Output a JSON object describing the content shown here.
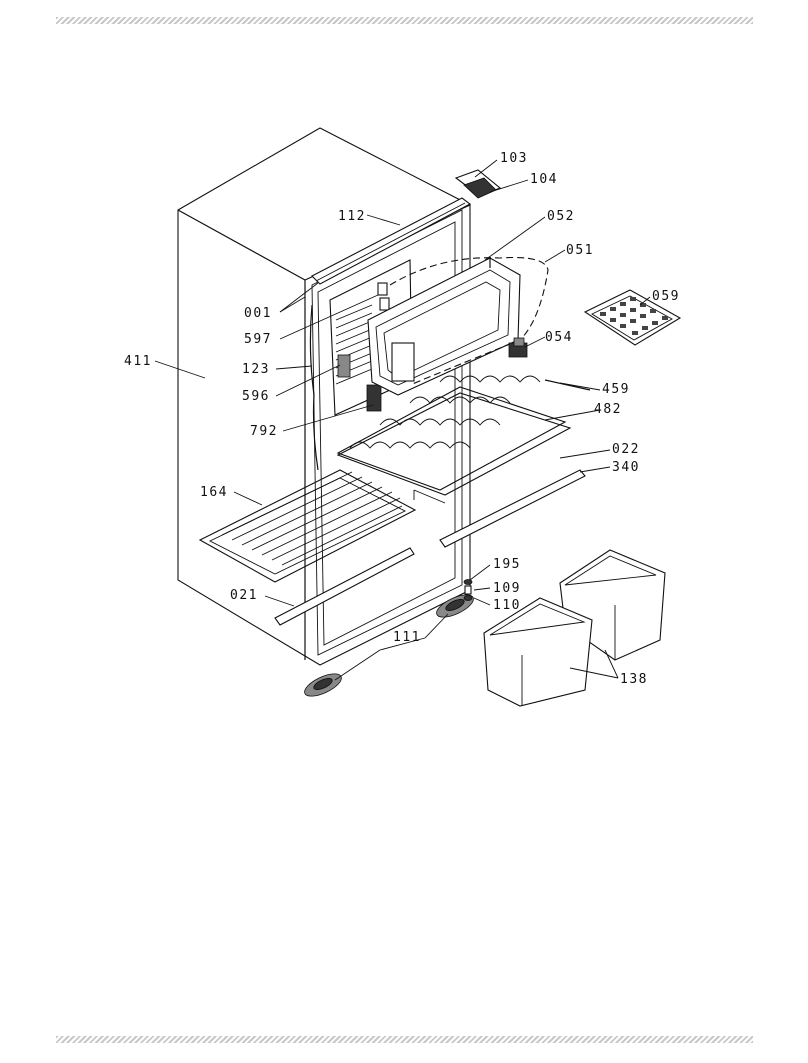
{
  "labels": {
    "l103": "103",
    "l104": "104",
    "l112": "112",
    "l052": "052",
    "l051": "051",
    "l059": "059",
    "l001": "001",
    "l597": "597",
    "l054": "054",
    "l411": "411",
    "l123": "123",
    "l596": "596",
    "l459": "459",
    "l482": "482",
    "l792": "792",
    "l022": "022",
    "l340": "340",
    "l164": "164",
    "l195": "195",
    "l109": "109",
    "l110": "110",
    "l021": "021",
    "l111": "111",
    "l138": "138"
  }
}
